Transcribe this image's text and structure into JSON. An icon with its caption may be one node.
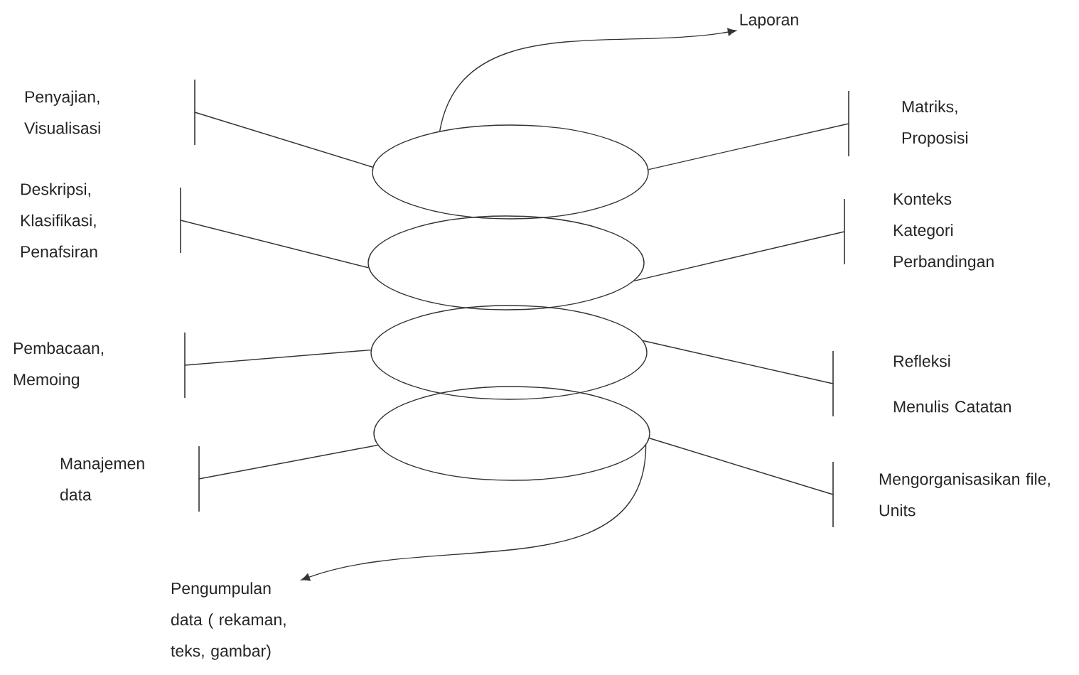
{
  "diagram": {
    "nodes": [
      {
        "text": [],
        "shape": "ellipse"
      },
      {
        "text": [],
        "shape": "ellipse"
      },
      {
        "text": [],
        "shape": "ellipse"
      },
      {
        "text": [],
        "shape": "ellipse"
      },
      {
        "text": [
          "Penyajian, Visualisasi"
        ]
      },
      {
        "text": [
          "Deskripsi, Klasifikasi, Penafsiran"
        ]
      },
      {
        "text": [
          "Pembacaan, Memoing"
        ]
      },
      {
        "text": [
          "Manajemen data"
        ]
      },
      {
        "text": [
          "Matriks, Proposisi"
        ]
      },
      {
        "text": [
          "Konteks Kategori Perbandingan"
        ]
      },
      {
        "text": [
          "Refleksi",
          "Menulis Catatan"
        ]
      },
      {
        "text": [
          "Mengorganisasikan file, Units"
        ]
      },
      {
        "text": [
          "Laporan"
        ]
      },
      {
        "text": [
          "Pengumpulan data ( rekaman, teks, gambar)"
        ]
      }
    ],
    "edges": [
      {
        "from": 0,
        "to": 4,
        "arrow": "none"
      },
      {
        "from": 1,
        "to": 5,
        "arrow": "none"
      },
      {
        "from": 2,
        "to": 6,
        "arrow": "none"
      },
      {
        "from": 3,
        "to": 7,
        "arrow": "none"
      },
      {
        "from": 0,
        "to": 8,
        "arrow": "none"
      },
      {
        "from": 1,
        "to": 9,
        "arrow": "none"
      },
      {
        "from": 2,
        "to": 10,
        "arrow": "none"
      },
      {
        "from": 3,
        "to": 11,
        "arrow": "none"
      },
      {
        "from": 0,
        "to": 12,
        "arrow": "to"
      },
      {
        "from": 3,
        "to": 13,
        "arrow": "to"
      }
    ]
  }
}
